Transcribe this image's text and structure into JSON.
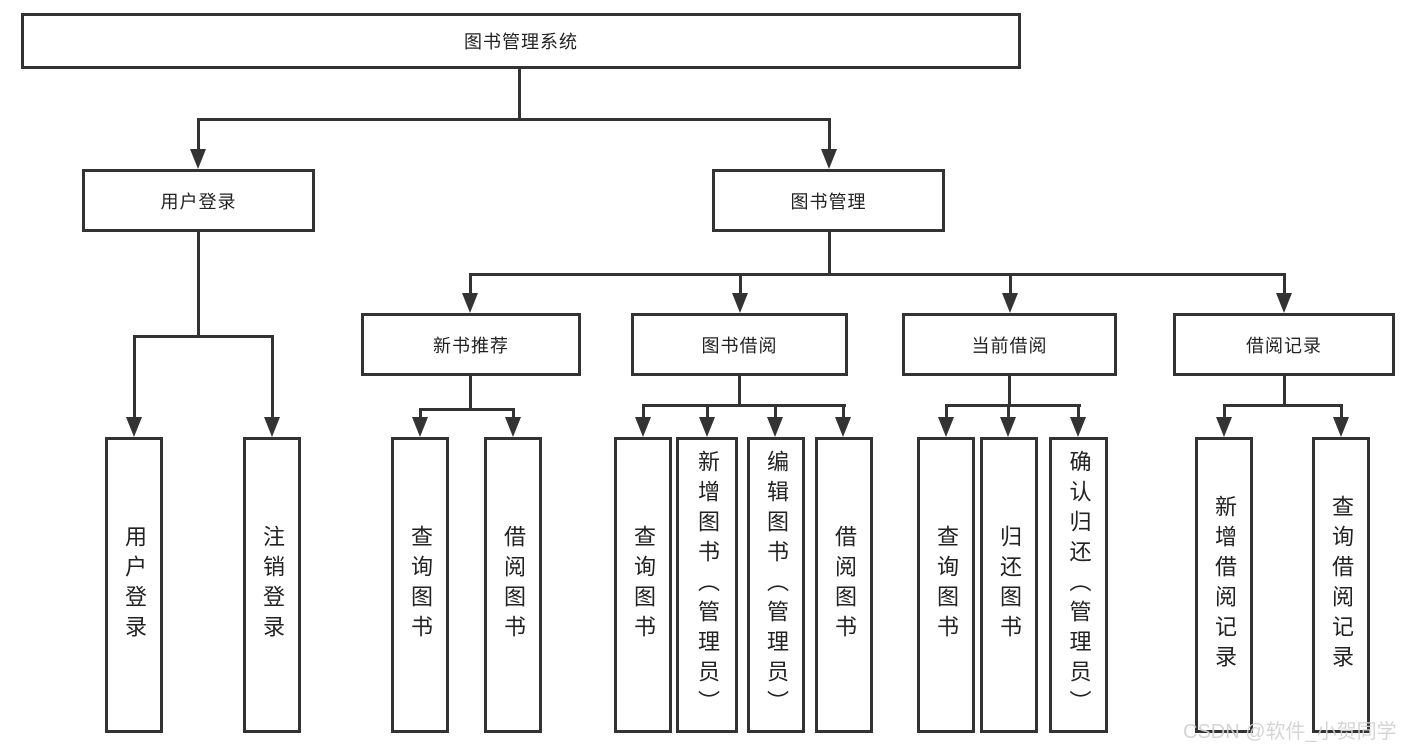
{
  "tree": {
    "root": {
      "label": "图书管理系统"
    },
    "level2": [
      {
        "id": "user-login",
        "label": "用户登录"
      },
      {
        "id": "book-management",
        "label": "图书管理"
      }
    ],
    "level3": [
      {
        "id": "new-book-recommend",
        "parent": "图书管理",
        "label": "新书推荐"
      },
      {
        "id": "book-borrow",
        "parent": "图书管理",
        "label": "图书借阅"
      },
      {
        "id": "current-borrow",
        "parent": "图书管理",
        "label": "当前借阅"
      },
      {
        "id": "borrow-record",
        "parent": "图书管理",
        "label": "借阅记录"
      }
    ],
    "leaves": [
      {
        "parent": "用户登录",
        "label": "用户登录"
      },
      {
        "parent": "用户登录",
        "label": "注销登录"
      },
      {
        "parent": "新书推荐",
        "label": "查询图书"
      },
      {
        "parent": "新书推荐",
        "label": "借阅图书"
      },
      {
        "parent": "图书借阅",
        "label": "查询图书"
      },
      {
        "parent": "图书借阅",
        "label": "新增图书（管理员）"
      },
      {
        "parent": "图书借阅",
        "label": "编辑图书（管理员）"
      },
      {
        "parent": "图书借阅",
        "label": "借阅图书"
      },
      {
        "parent": "当前借阅",
        "label": "查询图书"
      },
      {
        "parent": "当前借阅",
        "label": "归还图书"
      },
      {
        "parent": "当前借阅",
        "label": "确认归还（管理员）"
      },
      {
        "parent": "借阅记录",
        "label": "新增借阅记录"
      },
      {
        "parent": "借阅记录",
        "label": "查询借阅记录"
      }
    ],
    "watermark": "CSDN @软件_小贺同学",
    "colors": {
      "line": "#333333",
      "text": "#222222",
      "watermark": "#d2d2d2",
      "background": "#ffffff"
    }
  }
}
